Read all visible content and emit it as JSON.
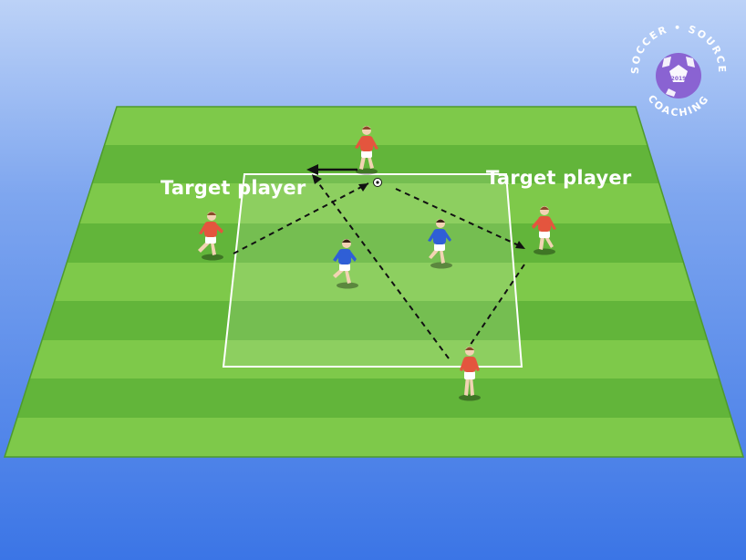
{
  "labels": {
    "target_left": "Target player",
    "target_right": "Target player"
  },
  "logo": {
    "top_text": "SOCCER • SOURCE",
    "bottom_text": "COACHING",
    "ball_text": "2019"
  },
  "colors": {
    "pitch_light": "#7ec94a",
    "pitch_dark": "#62b53a",
    "red_team": "#e4553e",
    "blue_team": "#2f5fd6",
    "sky_top": "#bcd2f7",
    "sky_bottom": "#3b75e6",
    "logo_purple": "#8a63d2"
  }
}
